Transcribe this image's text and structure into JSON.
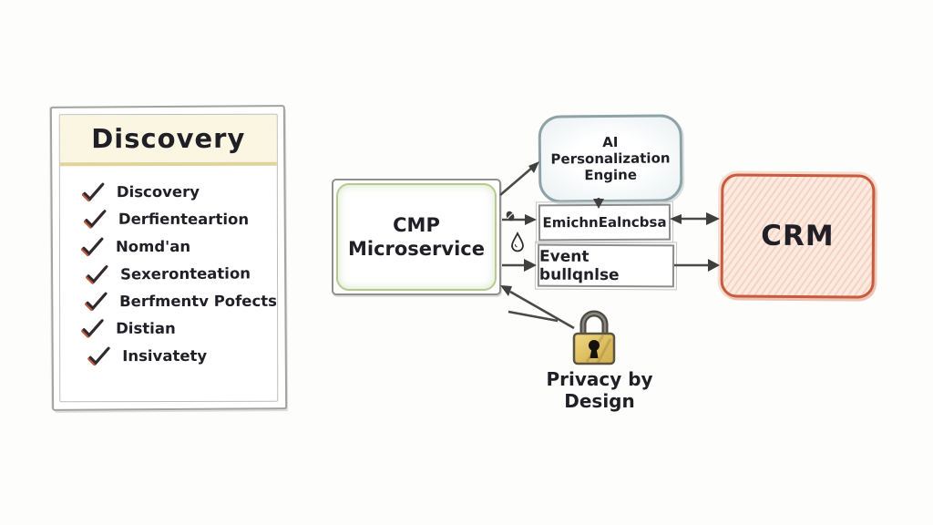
{
  "checklist": {
    "title": "Discovery",
    "items": [
      "Discovery",
      "Derfienteartion",
      "Nomd'an",
      "Sexeronteation",
      "Berfmentv Pofects",
      "Distian",
      "Insivatety"
    ]
  },
  "flow": {
    "cmp_line1": "CMP",
    "cmp_line2": "Microservice",
    "ai_line1": "AI",
    "ai_line2": "Personalization",
    "ai_line3": "Engine",
    "integration_box_label": "EmichnEalncbsa",
    "event_box_label": "Event bullqnlse",
    "crm_label": "CRM",
    "privacy_caption": "Privacy by Design"
  },
  "icons": {
    "checkmark": "hand-drawn check with red under-stroke",
    "padlock": "gold padlock with keyhole",
    "bean": "small dark bean glyph",
    "droplet": "water drop outline"
  },
  "colors": {
    "header_fill": "#faf6e2",
    "header_underline": "#e0d49c",
    "cmp_border_green": "#b3cc8e",
    "ai_border_blue": "#8fa2a8",
    "crm_border_red": "#c85a40",
    "crm_fill": "#fbe9df",
    "check_dark": "#2e2a33",
    "check_red": "#c05a3a",
    "arrow": "#4a4a4a",
    "lock_gold": "#ddbe5e"
  }
}
